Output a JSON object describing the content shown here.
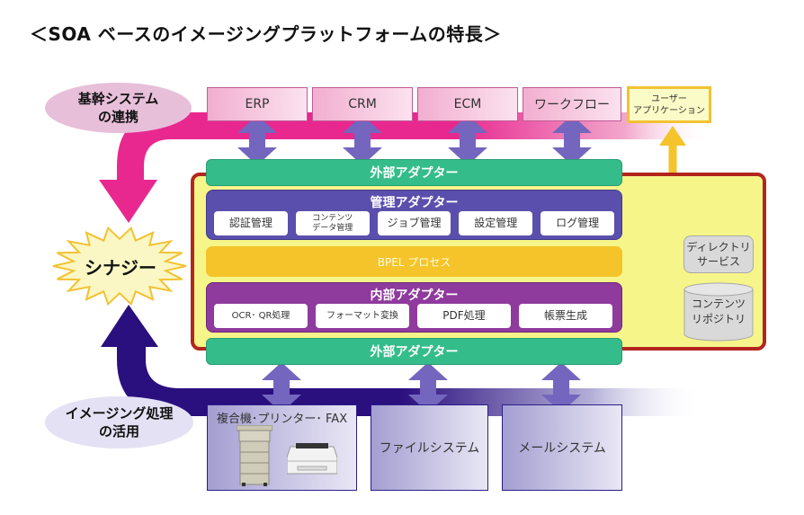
{
  "title": "＜SOA ベースのイメージングプラットフォームの特長＞",
  "core_systems_label": [
    "基幹システム",
    "の連携"
  ],
  "imaging_label": [
    "イメージング処理",
    "の活用"
  ],
  "synergy": "シナジー",
  "core_systems": [
    {
      "label": "ERP"
    },
    {
      "label": "CRM"
    },
    {
      "label": "ECM"
    },
    {
      "label": "ワークフロー"
    }
  ],
  "user_application": [
    "ユーザー",
    "アプリケーション"
  ],
  "external_adapter_top": "外部アダプター",
  "management_adapter": {
    "title": "管理アダプター",
    "items": [
      "認証管理",
      "コンテンツ\nデータ管理",
      "ジョブ管理",
      "設定管理",
      "ログ管理"
    ]
  },
  "bpel_process": "BPEL プロセス",
  "internal_adapter": {
    "title": "内部アダプター",
    "items": [
      "OCR･ QR処理",
      "フォーマット変換",
      "PDF処理",
      "帳票生成"
    ]
  },
  "directory_service": [
    "ディレクトリ",
    "サービス"
  ],
  "content_repository": [
    "コンテンツ",
    "リポジトリ"
  ],
  "external_adapter_bottom": "外部アダプター",
  "external_systems": [
    {
      "label": "複合機･プリンター･ FAX"
    },
    {
      "label": "ファイルシステム"
    },
    {
      "label": "メールシステム"
    }
  ],
  "colors": {
    "core_flow": "#e8288f",
    "imaging_flow": "#2a0f7e",
    "exchange_arrow": "#7466be",
    "external_adapter": "#34bd8b",
    "management_adapter": "#5b4fad",
    "bpel": "#f4c42a",
    "internal_adapter": "#8f3a9d",
    "platform_border": "#b3261e",
    "platform_fill": "#f5f58a"
  }
}
